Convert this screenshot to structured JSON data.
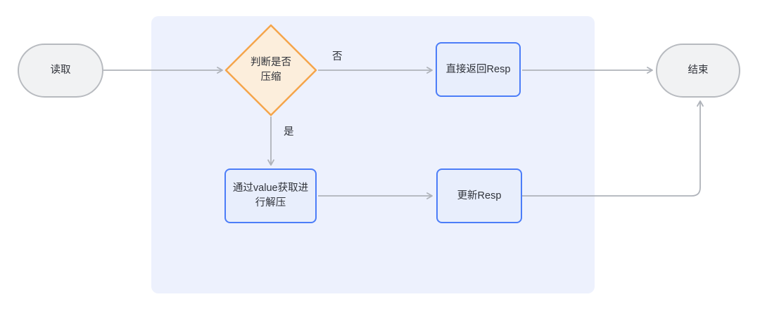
{
  "nodes": {
    "start": {
      "label": "读取"
    },
    "decision": {
      "label": "判断是否压缩",
      "line1": "判断是否",
      "line2": "压缩"
    },
    "return_resp": {
      "label": "直接返回Resp"
    },
    "decompress": {
      "label": "通过value获取进行解压",
      "line1": "通过value获取进",
      "line2": "行解压"
    },
    "update_resp": {
      "label": "更新Resp"
    },
    "end_node": {
      "label": "结束"
    }
  },
  "edge_labels": {
    "no": "否",
    "yes": "是"
  },
  "colors": {
    "page_background": "#ffffff",
    "group_background": "#edf1fd",
    "terminal_fill": "#f1f2f3",
    "terminal_border": "#b7babf",
    "process_fill": "#e8eefc",
    "process_border": "#4c7df8",
    "decision_fill": "#fceedc",
    "decision_border": "#f5a54b",
    "arrow": "#afb3ba",
    "text": "#30333a"
  }
}
